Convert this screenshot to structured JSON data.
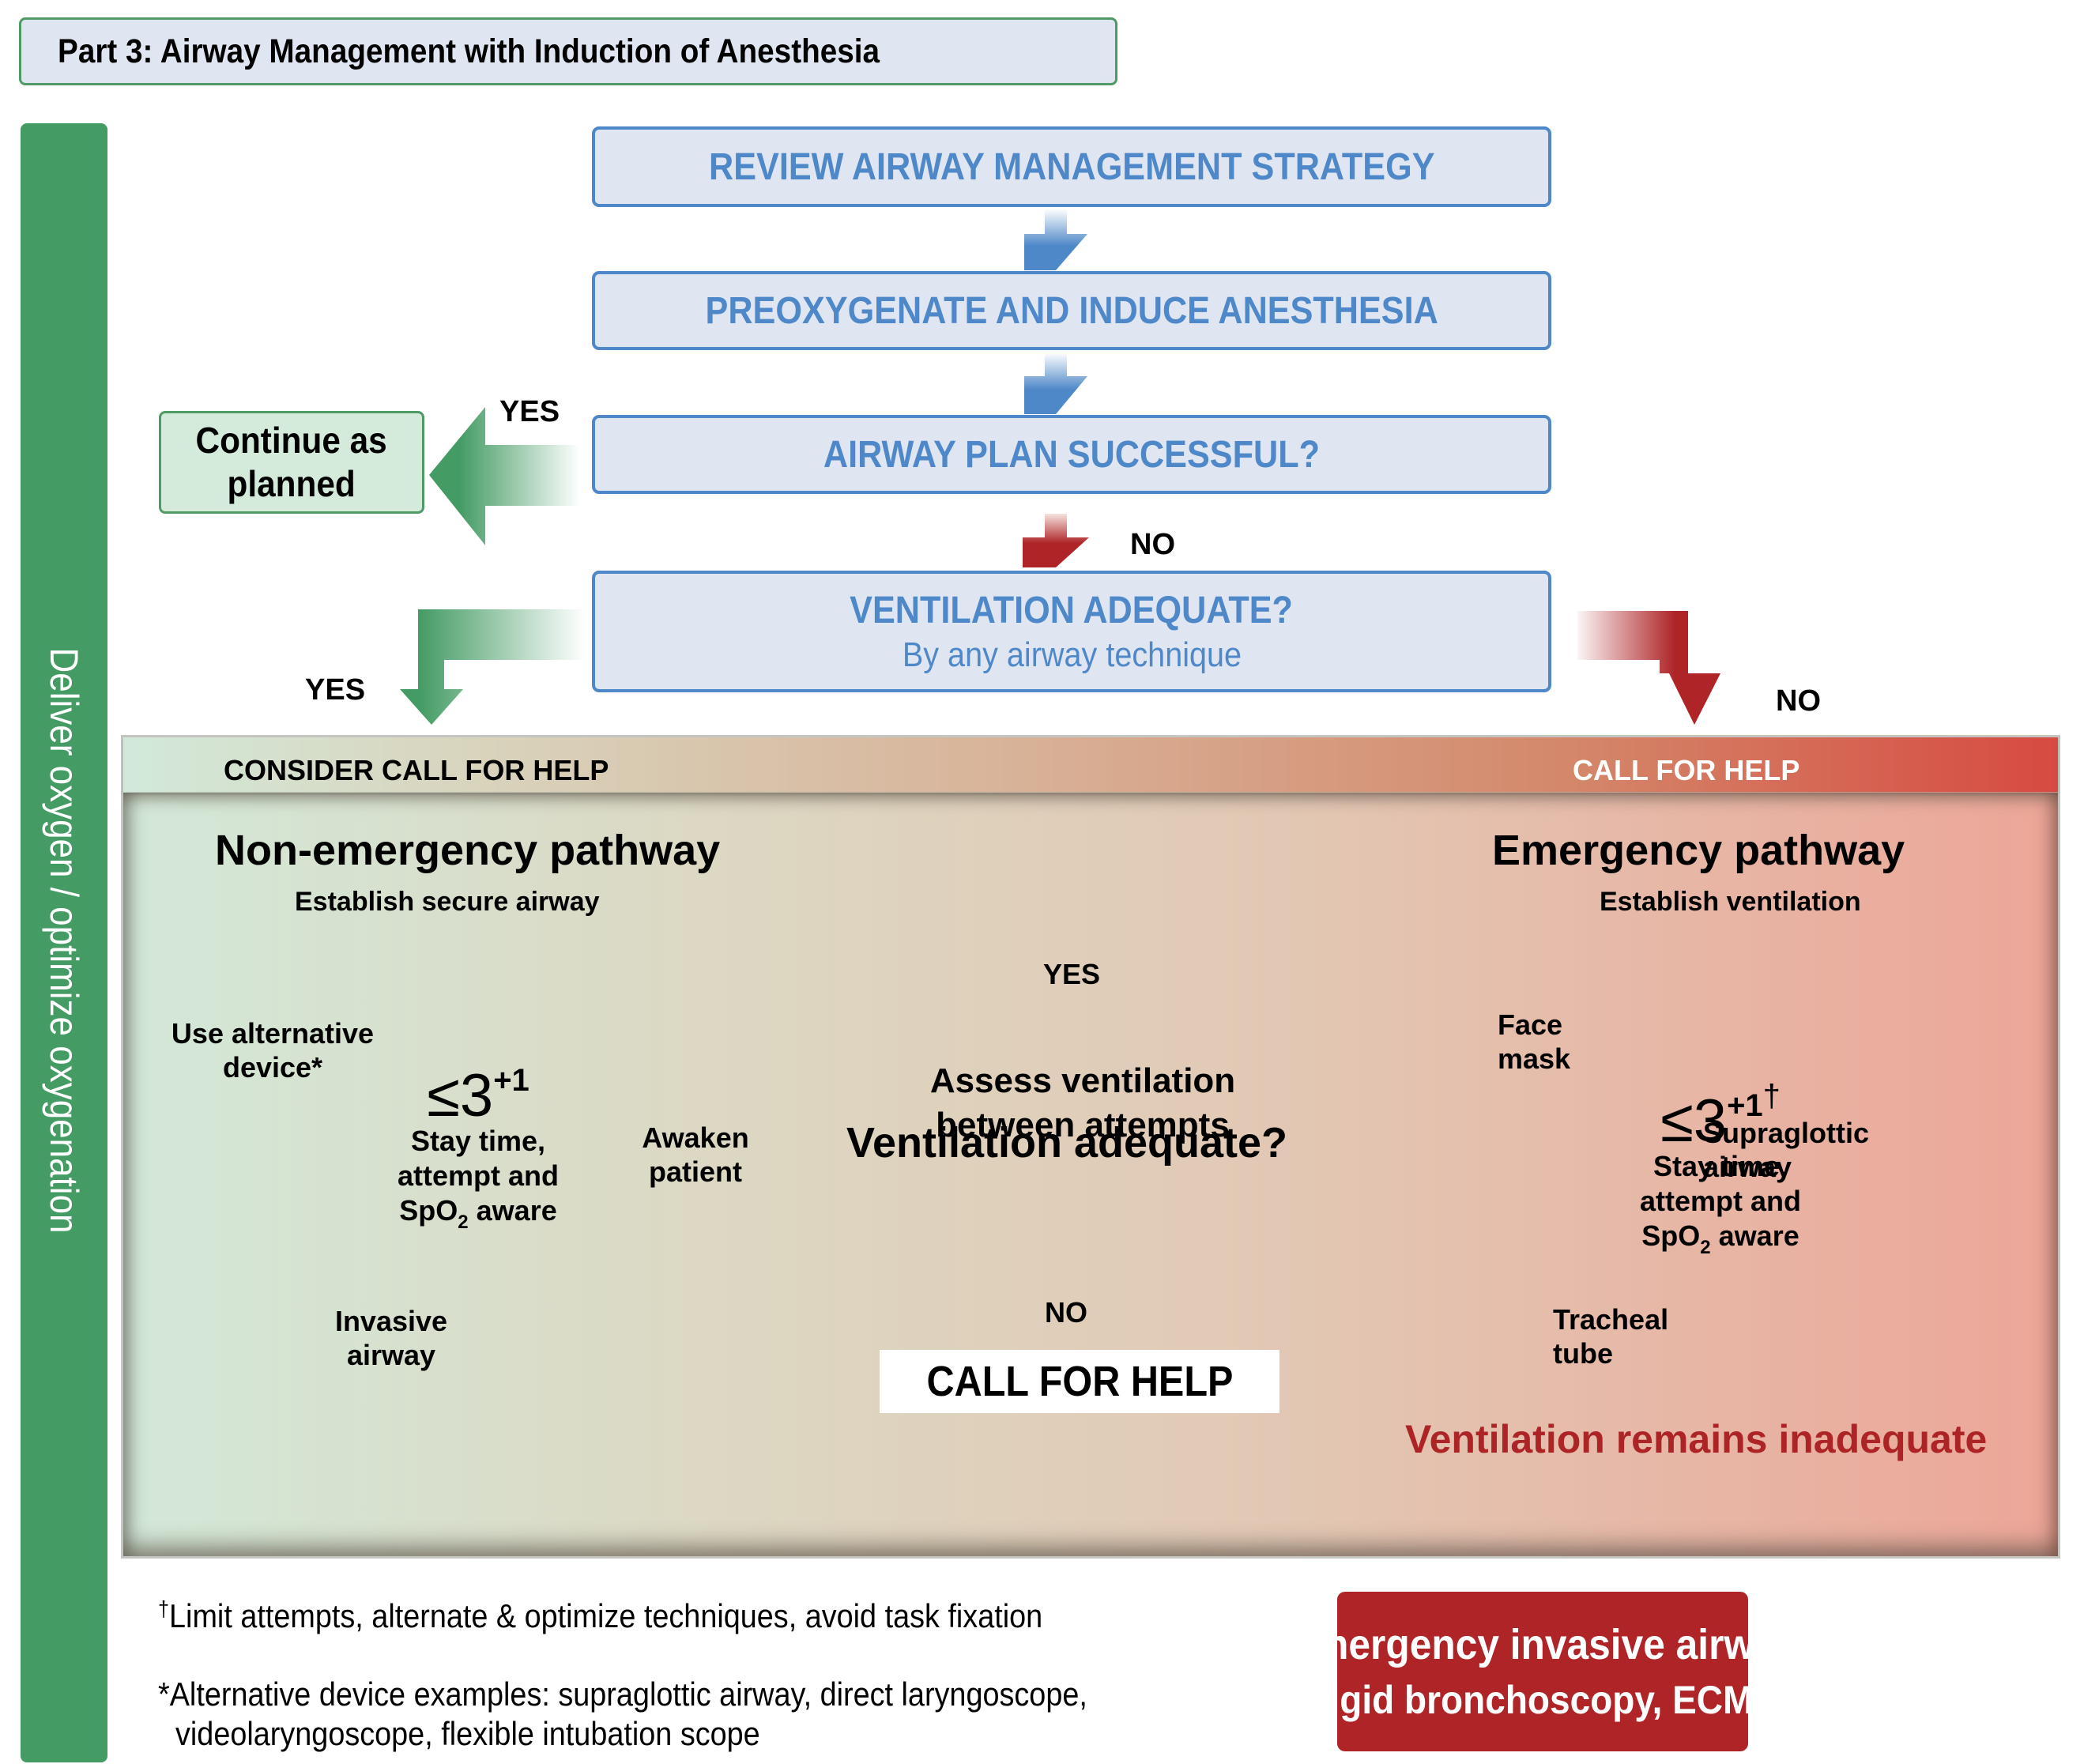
{
  "title": "Part 3: Airway Management with Induction of Anesthesia",
  "sidebar": {
    "label": "Deliver oxygen / optimize oxygenation"
  },
  "steps": [
    {
      "label": "REVIEW AIRWAY MANAGEMENT STRATEGY"
    },
    {
      "label": "PREOXYGENATE AND INDUCE ANESTHESIA"
    },
    {
      "label": "AIRWAY PLAN SUCCESSFUL?"
    },
    {
      "label": "VENTILATION ADEQUATE?",
      "sublabel": "By any airway technique"
    }
  ],
  "decisions": {
    "plan_yes": "YES",
    "plan_no": "NO",
    "vent_yes": "YES",
    "vent_no": "NO"
  },
  "continue_box": "Continue as\nplanned",
  "help_strip": {
    "left": "CONSIDER CALL FOR HELP",
    "right": "CALL FOR HELP"
  },
  "non_emergency": {
    "title": "Non-emergency pathway",
    "subtitle": "Establish secure airway",
    "nodes": [
      "Use alternative\ndevice*",
      "Awaken\npatient",
      "Invasive\nairway"
    ],
    "limit_symbol": "≤3",
    "limit_sup": "+1",
    "center_lines": [
      "Stay time,",
      "attempt and"
    ],
    "spo2_prefix": "SpO",
    "spo2_sub": "2",
    "spo2_suffix": " aware"
  },
  "middle": {
    "yes": "YES",
    "assess": [
      "Assess ventilation",
      "between attempts"
    ],
    "question": "Ventilation adequate?",
    "no": "NO",
    "call_for_help": "CALL FOR HELP"
  },
  "emergency": {
    "title": "Emergency pathway",
    "subtitle": "Establish ventilation",
    "nodes": [
      "Face\nmask",
      "Supraglottic\nairway",
      "Tracheal\ntube"
    ],
    "limit_symbol": "≤3",
    "limit_sup": "+1",
    "limit_dagger": "†",
    "center_lines": [
      "Stay time,",
      "attempt and"
    ],
    "spo2_prefix": "SpO",
    "spo2_sub": "2",
    "spo2_suffix": " aware",
    "remains": "Ventilation remains inadequate"
  },
  "emergency_box": {
    "line1": "Emergency invasive airway",
    "line2": "Rigid bronchoscopy, ECMO"
  },
  "footnotes": [
    {
      "mark": "†",
      "text": "Limit attempts, alternate & optimize techniques, avoid task fixation"
    },
    {
      "mark": "*",
      "text": "Alternative device examples: supraglottic airway, direct laryngoscope,",
      "continuation": "videolaryngoscope, flexible intubation scope"
    }
  ],
  "colors": {
    "green": "#449b64",
    "cycle_green": "#6faa7b",
    "blue": "#4f88c8",
    "red": "#ae2427",
    "cycle_red": "#bd4a3b",
    "box_bg": "#dfe6f1"
  }
}
